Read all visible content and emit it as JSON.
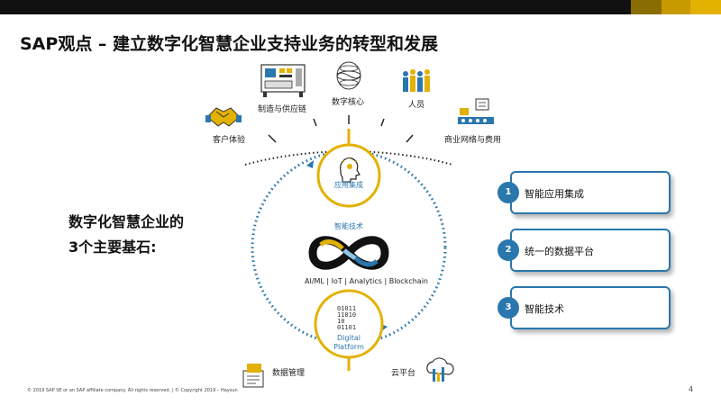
{
  "slide": {
    "title": "SAP观点 – 建立数字化智慧企业支持业务的转型和发展",
    "page_number": "4",
    "footer": "© 2019 SAP SE or an SAP affiliate company. All rights reserved.  |  © Copyright 2019 – Haysun",
    "colors": {
      "accent_blue": "#2a77ae",
      "gold": "#e3b100",
      "dark": "#111111"
    }
  },
  "outer_ring": {
    "items": [
      {
        "label": "客户体验",
        "icon": "handshake-icon"
      },
      {
        "label": "制造与供应链",
        "icon": "factory-machine-icon"
      },
      {
        "label": "数字核心",
        "icon": "digital-core-sphere-icon"
      },
      {
        "label": "人员",
        "icon": "people-group-icon"
      },
      {
        "label": "商业网络与费用",
        "icon": "business-network-icon"
      },
      {
        "label": "数据管理",
        "icon": "data-management-icon"
      },
      {
        "label": "云平台",
        "icon": "cloud-platform-icon"
      }
    ]
  },
  "core": {
    "app_integration": "应用集成",
    "intelligent_tech": "智能技术",
    "tech_list": "AI/ML   | IoT |  Analytics  | Blockchain",
    "digital_platform": "Digital Platform",
    "binary": [
      "01011",
      "11010",
      "10",
      "01101"
    ]
  },
  "pillars": {
    "heading_line1": "数字化智慧企业的",
    "heading_line2": "3个主要基石:",
    "cards": [
      {
        "number": "1",
        "label": "智能应用集成"
      },
      {
        "number": "2",
        "label": "统一的数据平台"
      },
      {
        "number": "3",
        "label": "智能技术"
      }
    ]
  }
}
